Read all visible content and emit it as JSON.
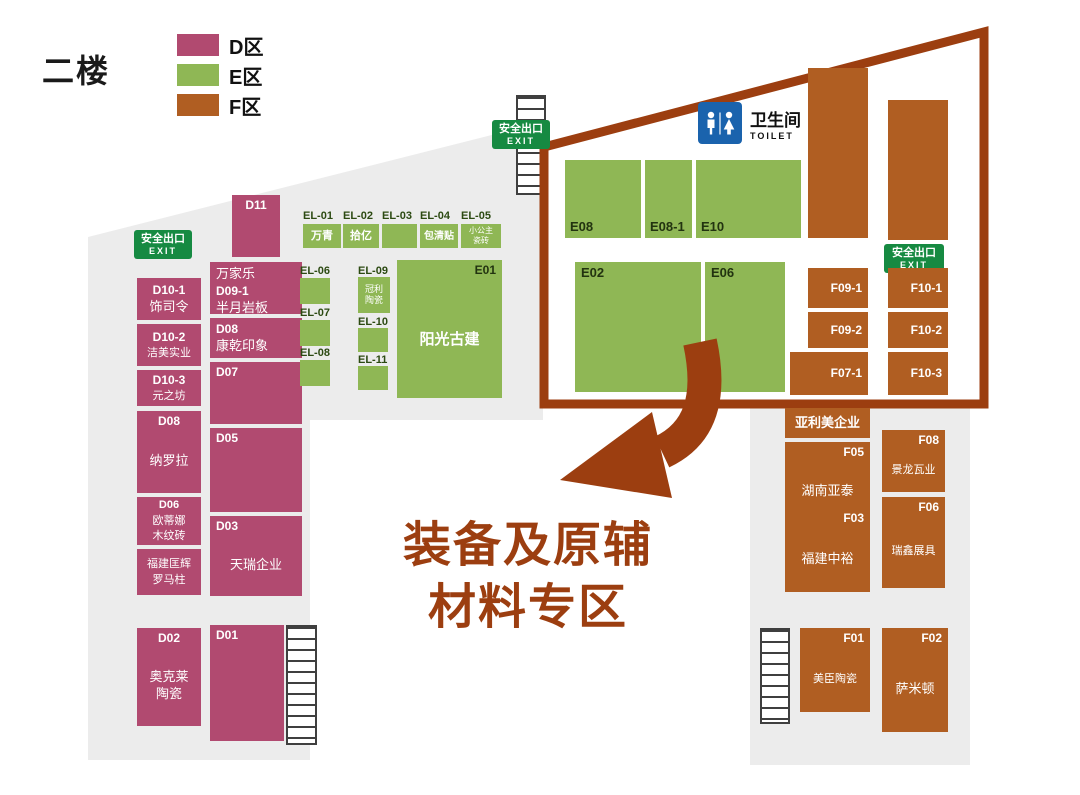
{
  "page": {
    "floor_title": "二楼"
  },
  "legend": {
    "items": [
      {
        "label": "D区",
        "color": "#b14a70"
      },
      {
        "label": "E区",
        "color": "#8fb755"
      },
      {
        "label": "F区",
        "color": "#b05e22"
      }
    ]
  },
  "colors": {
    "highlight_outline": "#9c3e10",
    "exit_green": "#168a42",
    "toilet_blue": "#1a63ad",
    "floor_gray": "#ececec"
  },
  "signs": {
    "exit": {
      "label": "安全出口",
      "sub": "EXIT"
    },
    "toilet": {
      "label": "卫生间",
      "sub": "TOILET"
    }
  },
  "callout": {
    "line1": "装备及原辅",
    "line2": "材料专区"
  },
  "booths": {
    "d11": {
      "code": "D11"
    },
    "d10_1": {
      "code": "D10-1",
      "name": "饰司令"
    },
    "d10_2": {
      "code": "D10-2",
      "name": "洁美实业"
    },
    "d10_3": {
      "code": "D10-3",
      "name": "元之坊"
    },
    "d08a": {
      "code": "D08",
      "name": "纳罗拉"
    },
    "d06": {
      "code": "D06",
      "line1": "欧蒂娜",
      "line2": "木纹砖"
    },
    "kuanghui": {
      "line1": "福建匡辉",
      "line2": "罗马柱"
    },
    "d02": {
      "code": "D02",
      "line1": "奥克莱",
      "line2": "陶瓷"
    },
    "d09_1": {
      "line1": "万家乐",
      "code": "D09-1",
      "line2": "半月岩板"
    },
    "d08b": {
      "code": "D08",
      "name": "康乾印象"
    },
    "d07": {
      "code": "D07"
    },
    "d05": {
      "code": "D05"
    },
    "d03": {
      "code": "D03",
      "name": "天瑞企业"
    },
    "d01": {
      "code": "D01"
    },
    "el01": {
      "code": "EL-01",
      "name": "万青"
    },
    "el02": {
      "code": "EL-02",
      "name": "拾亿"
    },
    "el03": {
      "code": "EL-03"
    },
    "el04": {
      "code": "EL-04",
      "name": "包清贴"
    },
    "el05": {
      "code": "EL-05",
      "line1": "小公主",
      "line2": "瓷砖"
    },
    "el06": {
      "code": "EL-06"
    },
    "el07": {
      "code": "EL-07"
    },
    "el08": {
      "code": "EL-08"
    },
    "el09": {
      "code": "EL-09",
      "line1": "冠利",
      "line2": "陶瓷"
    },
    "el10": {
      "code": "EL-10"
    },
    "el11": {
      "code": "EL-11"
    },
    "e01": {
      "code": "E01",
      "name": "阳光古建"
    },
    "e08": {
      "code": "E08"
    },
    "e08_1": {
      "code": "E08-1"
    },
    "e10": {
      "code": "E10"
    },
    "e02": {
      "code": "E02"
    },
    "e06": {
      "code": "E06"
    },
    "f09_1": {
      "code": "F09-1"
    },
    "f09_2": {
      "code": "F09-2"
    },
    "f07_1": {
      "code": "F07-1"
    },
    "f10_1": {
      "code": "F10-1"
    },
    "f10_2": {
      "code": "F10-2"
    },
    "f10_3": {
      "code": "F10-3"
    },
    "yalimei": {
      "name": "亚利美企业"
    },
    "f05": {
      "code": "F05",
      "name": "湖南亚泰"
    },
    "f08": {
      "code": "F08",
      "name": "景龙瓦业"
    },
    "f03": {
      "code": "F03",
      "name": "福建中裕"
    },
    "f06": {
      "code": "F06",
      "name": "瑞鑫展具"
    },
    "f01": {
      "code": "F01",
      "name": "美臣陶瓷"
    },
    "f02": {
      "code": "F02",
      "name": "萨米顿"
    }
  }
}
